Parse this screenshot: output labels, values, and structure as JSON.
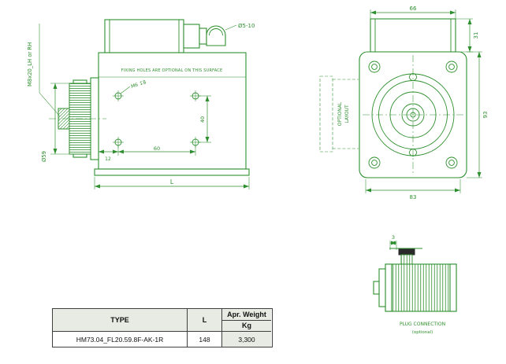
{
  "colors": {
    "line": "#2f8f2f",
    "table_header_bg": "#e8ebe3",
    "table_border": "#3f3f3f"
  },
  "drawing": {
    "labels": {
      "dia_5_10": "Ø5-10",
      "thread_label": "M8x20_LH or RH",
      "fixing_note": "FIXING HOLES ARE OPTIONAL ON THIS SURFACE",
      "hole_label": "M6 ↧8",
      "dim_40": "40",
      "dim_12": "12",
      "dim_60": "60",
      "dim_length": "L",
      "dia_59": "Ø59",
      "dim_66": "66",
      "dim_31": "31",
      "dim_93": "93",
      "dim_83": "83",
      "optional_line1": "OPTIONAL",
      "optional_line2": "LAYOUT",
      "dim_3": "3",
      "plug_caption_line1": "PLUG  CONNECTION",
      "plug_caption_line2": "(optional)"
    }
  },
  "table": {
    "headers": {
      "type": "TYPE",
      "length": "L",
      "weight_top": "Apr. Weight",
      "weight_unit": "Kg"
    },
    "rows": [
      {
        "type": "HM73.04_FL20.59.8F-AK-1R",
        "length": "148",
        "weight": "3,300"
      }
    ]
  }
}
